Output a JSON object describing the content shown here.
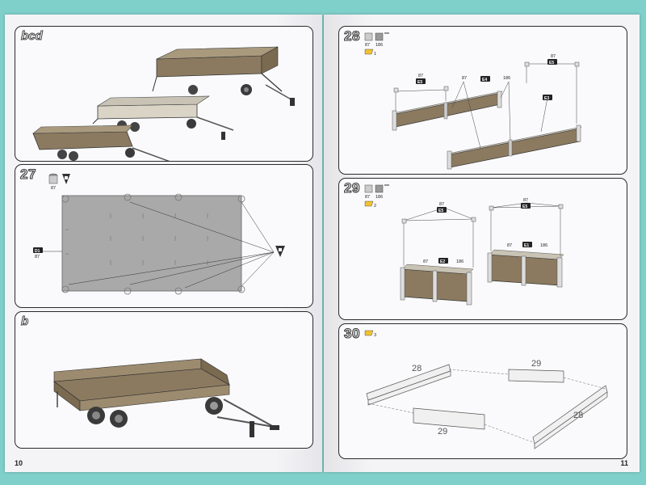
{
  "left_page": {
    "page_number": "10",
    "panel_top": {
      "step": "bcd"
    },
    "panel_27": {
      "step": "27",
      "paint_code": "87",
      "part_tag": "D1",
      "part_paint": "87"
    },
    "panel_b": {
      "step": "b"
    }
  },
  "right_page": {
    "page_number": "11",
    "panel_28": {
      "step": "28",
      "paint_codes": [
        "87",
        "186"
      ],
      "decal_count": "1",
      "labels": {
        "left_paint": "87",
        "left_tag": "E5",
        "mid_paint": "87",
        "mid_tag": "E4",
        "mid_paint2": "186",
        "right_paint": "87",
        "right_tag": "E5",
        "right_part": "E3"
      }
    },
    "panel_29": {
      "step": "29",
      "paint_codes": [
        "87",
        "186"
      ],
      "decal_count": "2",
      "labels": {
        "left_paint": "87",
        "left_tag": "E5",
        "left_inner_paint": "87",
        "left_part": "E2",
        "left_inner_paint2": "186",
        "right_paint": "87",
        "right_tag": "E5",
        "right_inner_paint": "87",
        "right_part": "E1",
        "right_inner_paint2": "186"
      }
    },
    "panel_30": {
      "step": "30",
      "decal_count": "3",
      "refs": [
        "28",
        "29",
        "28",
        "29"
      ]
    }
  },
  "colors": {
    "background": "#7fcfca",
    "wood": "#8b7a60",
    "deck": "#a9a9a9",
    "frame": "#4a4a4a",
    "decal_yellow": "#f2c230"
  }
}
